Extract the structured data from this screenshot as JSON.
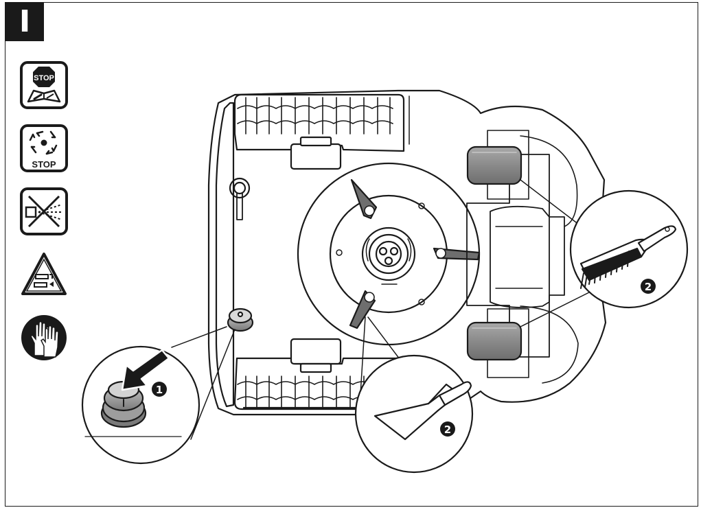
{
  "section": {
    "label": "I"
  },
  "safety_symbols": {
    "manual_stop": {
      "stop_text": "STOP",
      "icon": "stop-read-manual-icon"
    },
    "blades_stop": {
      "stop_text": "STOP",
      "icon": "rotating-blades-stop-icon"
    },
    "no_water_jet": {
      "icon": "no-water-jet-icon"
    },
    "cut_hazard": {
      "icon": "cut-hazard-warning-icon"
    },
    "gloves": {
      "icon": "protective-gloves-icon"
    }
  },
  "callouts": {
    "stop_button": "1",
    "brush": "2",
    "scraper": "2"
  },
  "colors": {
    "line": "#1a1a1a",
    "wheel_gray": "#8f8f8f",
    "blade_gray": "#6e6e6e",
    "button_gray": "#999999"
  }
}
